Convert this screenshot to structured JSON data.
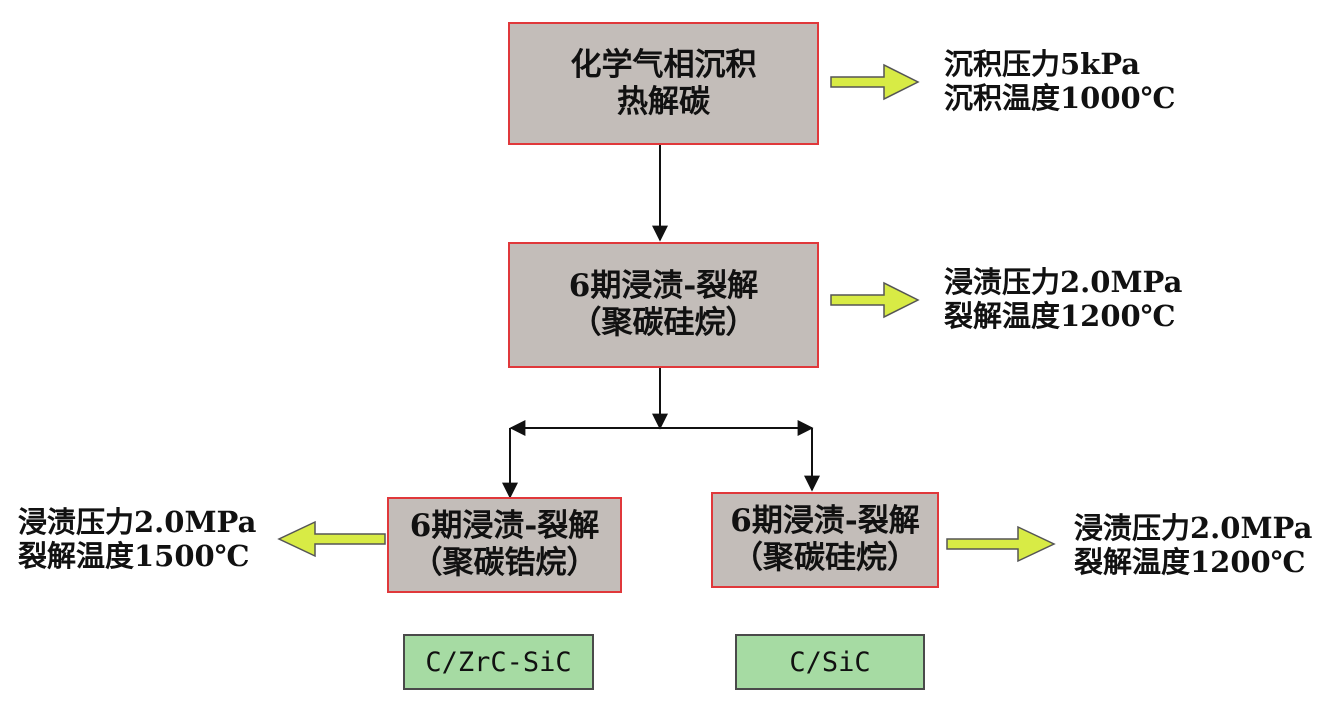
{
  "process": {
    "cvd": {
      "line1": "化学气相沉积",
      "line2": "热解碳"
    },
    "pip_top": {
      "line1": "6期浸渍-裂解",
      "line2": "（聚碳硅烷）"
    },
    "pip_left": {
      "line1": "6期浸渍-裂解",
      "line2": "（聚碳锆烷）"
    },
    "pip_right": {
      "line1": "6期浸渍-裂解",
      "line2": "（聚碳硅烷）"
    }
  },
  "params": {
    "cvd": {
      "line1": "沉积压力5kPa",
      "line2": "沉积温度1000℃"
    },
    "pip_top": {
      "line1": "浸渍压力2.0MPa",
      "line2": "裂解温度1200℃"
    },
    "pip_left": {
      "line1": "浸渍压力2.0MPa",
      "line2": "裂解温度1500℃"
    },
    "pip_right": {
      "line1": "浸渍压力2.0MPa",
      "line2": "裂解温度1200℃"
    }
  },
  "products": {
    "left": "C/ZrC-SiC",
    "right": "C/SiC"
  },
  "colors": {
    "process_fill": "#c3bdb9",
    "process_border": "#e0383b",
    "product_fill": "#a6dba3",
    "arrow_fill": "#d8eb45"
  }
}
